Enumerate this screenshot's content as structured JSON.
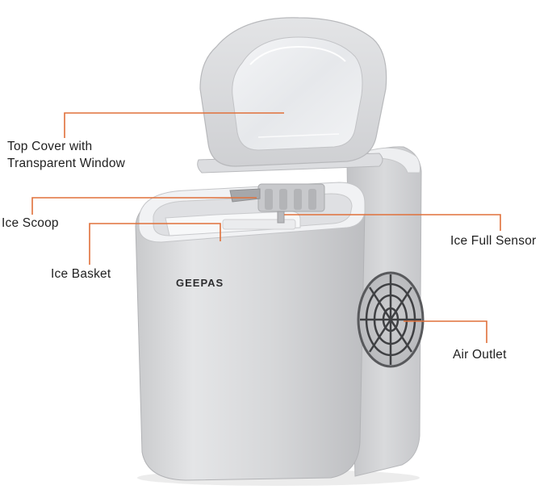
{
  "brand": {
    "logo_text": "GEEPAS"
  },
  "callouts": {
    "top_cover": {
      "line1": "Top Cover with",
      "line2": "Transparent Window"
    },
    "ice_scoop": {
      "text": "Ice Scoop"
    },
    "ice_basket": {
      "text": "Ice Basket"
    },
    "ice_full_sensor": {
      "text": "Ice Full Sensor"
    },
    "air_outlet": {
      "text": "Air Outlet"
    }
  },
  "colors": {
    "callout_line": "#e0703a",
    "body_silver": "#d3d4d6",
    "label_text": "#1f1f1f"
  }
}
